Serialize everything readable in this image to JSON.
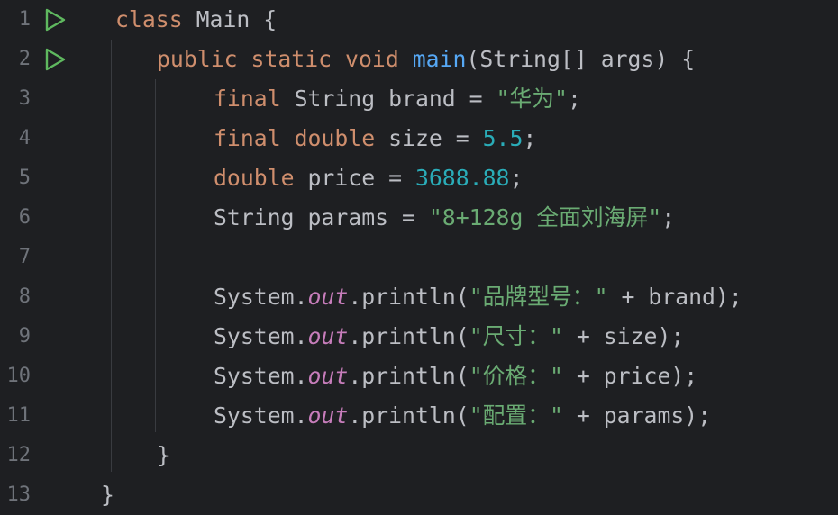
{
  "editor": {
    "line_numbers": [
      "1",
      "2",
      "3",
      "4",
      "5",
      "6",
      "7",
      "8",
      "9",
      "10",
      "11",
      "12",
      "13"
    ],
    "lines": [
      [
        {
          "t": "class",
          "c": "kw"
        },
        {
          "t": " Main {"
        }
      ],
      [
        {
          "t": "public",
          "c": "kw"
        },
        {
          "t": " "
        },
        {
          "t": "static",
          "c": "kw"
        },
        {
          "t": " "
        },
        {
          "t": "void",
          "c": "kw"
        },
        {
          "t": " "
        },
        {
          "t": "main",
          "c": "fn"
        },
        {
          "t": "(String[] args) {"
        }
      ],
      [
        {
          "t": "final",
          "c": "kw"
        },
        {
          "t": " String brand = "
        },
        {
          "t": "\"华为\"",
          "c": "str"
        },
        {
          "t": ";"
        }
      ],
      [
        {
          "t": "final",
          "c": "kw"
        },
        {
          "t": " "
        },
        {
          "t": "double",
          "c": "kw"
        },
        {
          "t": " size = "
        },
        {
          "t": "5.5",
          "c": "num"
        },
        {
          "t": ";"
        }
      ],
      [
        {
          "t": "double",
          "c": "kw"
        },
        {
          "t": " price = "
        },
        {
          "t": "3688.88",
          "c": "num"
        },
        {
          "t": ";"
        }
      ],
      [
        {
          "t": "String params = "
        },
        {
          "t": "\"8+128g 全面刘海屏\"",
          "c": "str"
        },
        {
          "t": ";"
        }
      ],
      [],
      [
        {
          "t": "System."
        },
        {
          "t": "out",
          "c": "fld"
        },
        {
          "t": ".println("
        },
        {
          "t": "\"品牌型号：\"",
          "c": "str"
        },
        {
          "t": " + brand);"
        }
      ],
      [
        {
          "t": "System."
        },
        {
          "t": "out",
          "c": "fld"
        },
        {
          "t": ".println("
        },
        {
          "t": "\"尺寸：\"",
          "c": "str"
        },
        {
          "t": " + size);"
        }
      ],
      [
        {
          "t": "System."
        },
        {
          "t": "out",
          "c": "fld"
        },
        {
          "t": ".println("
        },
        {
          "t": "\"价格：\"",
          "c": "str"
        },
        {
          "t": " + price);"
        }
      ],
      [
        {
          "t": "System."
        },
        {
          "t": "out",
          "c": "fld"
        },
        {
          "t": ".println("
        },
        {
          "t": "\"配置：\"",
          "c": "str"
        },
        {
          "t": " + params);"
        }
      ],
      [
        {
          "t": "}"
        }
      ],
      [
        {
          "t": "}"
        }
      ]
    ],
    "run_icon_lines": [
      1,
      2
    ],
    "colors": {
      "background": "#1e1f22",
      "line_number": "#6f737a",
      "text": "#bcbec4",
      "keyword": "#cf8e6d",
      "function": "#56a8f5",
      "string": "#6aab73",
      "number": "#2aacb8",
      "field": "#c77dbb",
      "run_icon": "#5fb85f"
    }
  }
}
